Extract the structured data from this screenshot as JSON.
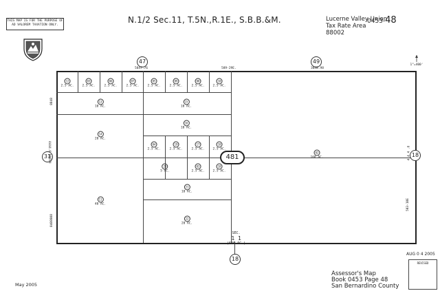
{
  "disclaimer": "THIS MAP IS FOR THE PURPOSE OF AD VALOREM TAXATION ONLY.",
  "title": "N.1/2 Sec.11, T.5N.,R.1E., S.B.B.&M.",
  "tax_rate_area": {
    "line1": "Lucerne Valley Union",
    "line2": "Tax Rate Area",
    "line3": "88002"
  },
  "map_number": {
    "book": "0453-",
    "page": "48"
  },
  "north_scale": "1\"=400'",
  "circled_numbers": {
    "top_left": "47",
    "top_right": "49",
    "left": "31",
    "right": "18",
    "bottom": "18"
  },
  "book_page_badge": "481",
  "street_labels": {
    "top_left": "5847.76",
    "top_mid": "589-29E.",
    "top_right": "3848.98",
    "left_upper": "8848",
    "left_mid": "4444.6 NORTH",
    "left_lower": "0408808",
    "right_upper": "4 4 4 .6",
    "right_lower": "503-10E"
  },
  "parcels": [
    {
      "num": "12",
      "area": "2.5 AC."
    },
    {
      "num": "03",
      "area": "2.5 AC."
    },
    {
      "num": "06",
      "area": "2.5 AC."
    },
    {
      "num": "07",
      "area": "2.5 AC."
    },
    {
      "num": "05",
      "area": "2.5 AC."
    },
    {
      "num": "09",
      "area": "2.5 AC."
    },
    {
      "num": "08",
      "area": "2.5 AC."
    },
    {
      "num": "10",
      "area": "2.5 AC."
    },
    {
      "num": "13",
      "area": "10 AC."
    },
    {
      "num": "15",
      "area": "10 AC."
    },
    {
      "num": "16",
      "area": "10 AC."
    },
    {
      "num": "14",
      "area": "20 AC."
    },
    {
      "num": "04",
      "area": "2.5 AC."
    },
    {
      "num": "19",
      "area": "2.5 AC."
    },
    {
      "num": "17",
      "area": "2.5 AC."
    },
    {
      "num": "18",
      "area": "2.5 AC."
    },
    {
      "num": "20",
      "area": "5 AC."
    },
    {
      "num": "03",
      "area": "2.5 AC."
    },
    {
      "num": "18",
      "area": "2.5 AC."
    },
    {
      "num": "21",
      "area": "10 AC."
    },
    {
      "num": "22",
      "area": "20 AC."
    },
    {
      "num": "11",
      "area": "40 AC."
    },
    {
      "num": "02",
      "area": "160 AC."
    }
  ],
  "section_mark": {
    "label": "SEC.",
    "frac": "1 1",
    "area": "(640 AC.)"
  },
  "revision_date": "AUG 0 4 2005",
  "revised_label": "REVISED",
  "footer": {
    "line1": "Assessor's Map",
    "line2": "Book 0453 Page 48",
    "line3": "San Bernardino County"
  },
  "date_label": "May 2005"
}
